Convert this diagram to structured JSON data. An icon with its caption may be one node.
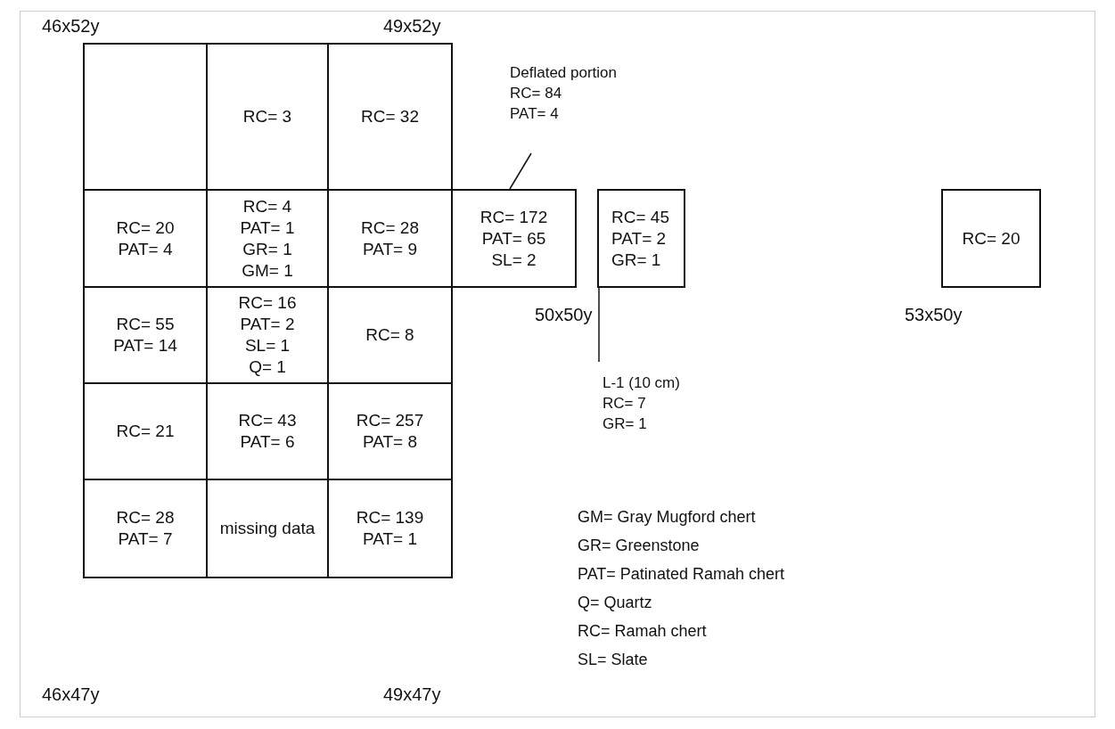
{
  "diagram": {
    "nodes": [
      {
        "text": [],
        "shape": "box"
      },
      {
        "text": [
          "RC= 3"
        ]
      },
      {
        "text": [
          "RC= 32"
        ]
      },
      {
        "text": [
          "Deflated portion",
          "RC= 84",
          "PAT= 4"
        ]
      },
      {
        "text": [
          "RC= 20",
          "PAT= 4"
        ]
      },
      {
        "text": [
          "RC= 4",
          "PAT= 1",
          "GR= 1",
          "GM= 1"
        ]
      },
      {
        "text": [
          "RC= 28",
          "PAT= 9"
        ]
      },
      {
        "text": [
          "RC= 172",
          "PAT= 65",
          "SL= 2"
        ]
      },
      {
        "text": [
          "RC= 45",
          "PAT= 2",
          "GR= 1"
        ]
      },
      {
        "text": [
          "RC= 20"
        ]
      },
      {
        "text": [
          "RC= 55",
          "PAT= 14"
        ]
      },
      {
        "text": [
          "RC= 16",
          "PAT= 2",
          "SL= 1",
          "Q= 1"
        ]
      },
      {
        "text": [
          "RC= 8"
        ]
      },
      {
        "text": [
          "L-1 (10 cm)",
          "RC= 7",
          "GR= 1"
        ]
      },
      {
        "text": [
          "RC= 21"
        ]
      },
      {
        "text": [
          "RC= 43",
          "PAT= 6"
        ]
      },
      {
        "text": [
          "RC= 257",
          "PAT= 8"
        ]
      },
      {
        "text": [
          "RC= 28",
          "PAT= 7"
        ]
      },
      {
        "text": [
          "missing data"
        ]
      },
      {
        "text": [
          "RC= 139",
          "PAT= 1"
        ]
      }
    ],
    "edges": [
      {
        "from": 3,
        "to": 7,
        "arrow": "none"
      },
      {
        "from": 13,
        "to": 8,
        "arrow": "none"
      }
    ],
    "labels": [
      "46x52y",
      "49x52y",
      "50x50y",
      "53x50y",
      "GM= Gray Mugford chert",
      "GR= Greenstone",
      "PAT= Patinated Ramah chert",
      "Q= Quartz",
      "RC= Ramah chert",
      "SL= Slate",
      "46x47y",
      "49x47y"
    ]
  }
}
